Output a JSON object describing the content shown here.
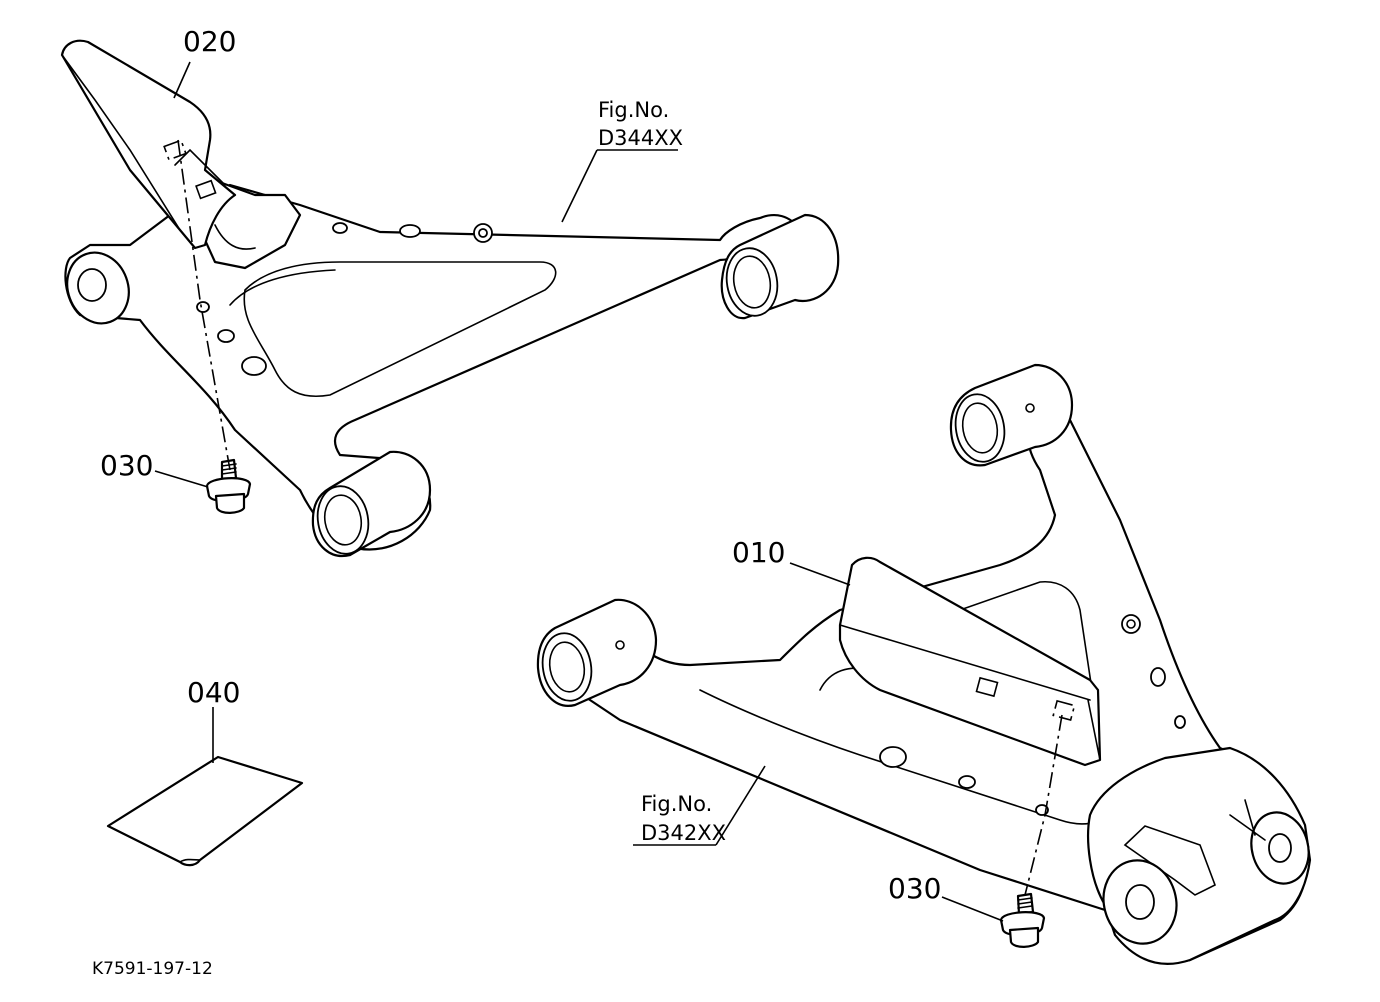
{
  "callouts": {
    "part_010": "010",
    "part_020": "020",
    "part_030_left": "030",
    "part_030_right": "030",
    "part_040": "040"
  },
  "figure_refs": {
    "upper": {
      "line1": "Fig.No.",
      "line2": "D344XX"
    },
    "lower": {
      "line1": "Fig.No.",
      "line2": "D342XX"
    }
  },
  "drawing_code": "K7591-197-12"
}
